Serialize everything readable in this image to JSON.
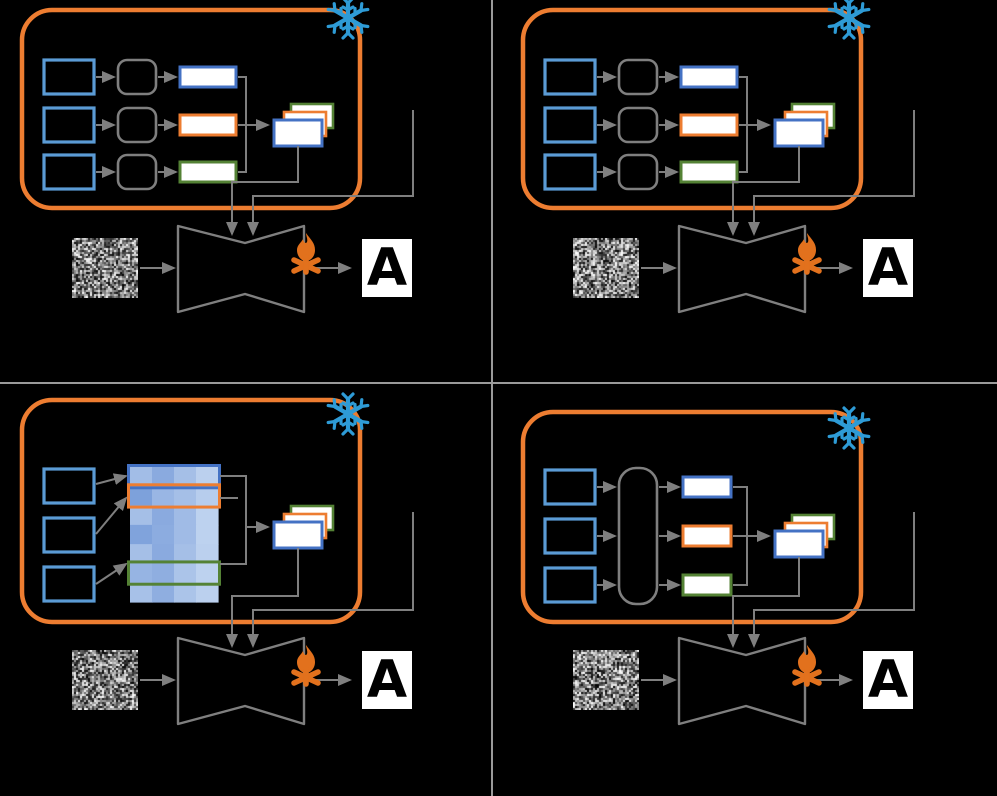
{
  "figure": {
    "title": "",
    "background_color": "#000000",
    "panel_count": 4,
    "divider_color": "#9a9a9a"
  },
  "colors": {
    "frozen_boundary": "#ED7D31",
    "blue": "#4472C4",
    "blue_light": "#5B9BD5",
    "orange": "#ED7D31",
    "green": "#548235",
    "gray": "#7F7F7F",
    "white": "#FFFFFF",
    "snowflake": "#2E9BD6",
    "fire": "#E2711D",
    "heatmap_min": "#CBE0F5",
    "heatmap_max": "#6A95D8"
  },
  "icons": {
    "snowflake": "snowflake-icon",
    "fire": "fire-icon",
    "noise": "noise-patch-icon",
    "arrow": "arrow-icon"
  },
  "panels": [
    {
      "id": "panel-a",
      "position": "top-left",
      "frozen": true,
      "encoder_blocks": [
        {
          "label": "",
          "color": "#5B9BD5"
        },
        {
          "label": "",
          "color": "#5B9BD5"
        },
        {
          "label": "",
          "color": "#5B9BD5"
        }
      ],
      "adapters": {
        "style": "separate",
        "count": 3,
        "color": "#7F7F7F"
      },
      "feature_bars": [
        {
          "label": "",
          "color": "#4472C4",
          "width": 56
        },
        {
          "label": "",
          "color": "#ED7D31",
          "width": 56
        },
        {
          "label": "",
          "color": "#548235",
          "width": 56
        }
      ],
      "stack": {
        "layers": [
          "#548235",
          "#ED7D31",
          "#4472C4"
        ],
        "count": 3
      },
      "unet": {
        "label": "",
        "trainable": true
      },
      "input": {
        "type": "noise-patch",
        "label": ""
      },
      "output": {
        "type": "glyph",
        "label": "A"
      }
    },
    {
      "id": "panel-b",
      "position": "top-right",
      "frozen": true,
      "encoder_blocks": [
        {
          "label": "",
          "color": "#5B9BD5"
        },
        {
          "label": "",
          "color": "#5B9BD5"
        },
        {
          "label": "",
          "color": "#5B9BD5"
        }
      ],
      "adapters": {
        "style": "separate",
        "count": 3,
        "color": "#7F7F7F"
      },
      "feature_bars": [
        {
          "label": "",
          "color": "#4472C4",
          "width": 56
        },
        {
          "label": "",
          "color": "#ED7D31",
          "width": 56
        },
        {
          "label": "",
          "color": "#548235",
          "width": 56
        }
      ],
      "stack": {
        "layers": [
          "#548235",
          "#ED7D31",
          "#4472C4"
        ],
        "count": 3
      },
      "unet": {
        "label": "",
        "trainable": true
      },
      "input": {
        "type": "noise-patch",
        "label": ""
      },
      "output": {
        "type": "glyph",
        "label": "A"
      }
    },
    {
      "id": "panel-c",
      "position": "bottom-left",
      "frozen": true,
      "encoder_blocks": [
        {
          "label": "",
          "color": "#5B9BD5"
        },
        {
          "label": "",
          "color": "#5B9BD5"
        },
        {
          "label": "",
          "color": "#5B9BD5"
        }
      ],
      "adapters": {
        "style": "heatmap",
        "count": 0,
        "color": "#7F7F7F"
      },
      "feature_bars": [],
      "stack": {
        "layers": [
          "#548235",
          "#ED7D31",
          "#4472C4"
        ],
        "count": 3
      },
      "unet": {
        "label": "",
        "trainable": true
      },
      "input": {
        "type": "noise-patch",
        "label": ""
      },
      "output": {
        "type": "glyph",
        "label": "A"
      },
      "highlighted_rows": [
        {
          "index": 0,
          "color": "#4472C4"
        },
        {
          "index": 1,
          "color": "#ED7D31"
        },
        {
          "index": 5,
          "color": "#548235"
        }
      ]
    },
    {
      "id": "panel-d",
      "position": "bottom-right",
      "frozen": true,
      "encoder_blocks": [
        {
          "label": "",
          "color": "#5B9BD5"
        },
        {
          "label": "",
          "color": "#5B9BD5"
        },
        {
          "label": "",
          "color": "#5B9BD5"
        }
      ],
      "adapters": {
        "style": "shared",
        "count": 1,
        "color": "#7F7F7F"
      },
      "feature_bars": [
        {
          "label": "",
          "color": "#4472C4",
          "width": 48
        },
        {
          "label": "",
          "color": "#ED7D31",
          "width": 48
        },
        {
          "label": "",
          "color": "#548235",
          "width": 48
        }
      ],
      "stack": {
        "layers": [
          "#548235",
          "#ED7D31",
          "#4472C4"
        ],
        "count": 3
      },
      "unet": {
        "label": "",
        "trainable": true
      },
      "input": {
        "type": "noise-patch",
        "label": ""
      },
      "output": {
        "type": "glyph",
        "label": "A"
      }
    }
  ],
  "chart_data": {
    "type": "heatmap",
    "title": "",
    "xlabel": "",
    "ylabel": "",
    "rows": 7,
    "cols": 4,
    "colormap": "Blues",
    "values": [
      [
        0.42,
        0.62,
        0.4,
        0.22
      ],
      [
        0.72,
        0.5,
        0.4,
        0.25
      ],
      [
        0.4,
        0.62,
        0.44,
        0.2
      ],
      [
        0.7,
        0.6,
        0.44,
        0.2
      ],
      [
        0.4,
        0.62,
        0.4,
        0.22
      ],
      [
        0.52,
        0.58,
        0.35,
        0.2
      ],
      [
        0.38,
        0.58,
        0.35,
        0.22
      ]
    ],
    "row_highlights": [
      {
        "row": 0,
        "color": "#4472C4"
      },
      {
        "row": 1,
        "color": "#ED7D31"
      },
      {
        "row": 5,
        "color": "#548235"
      }
    ]
  },
  "glyphs": {
    "letter_a": "A"
  }
}
